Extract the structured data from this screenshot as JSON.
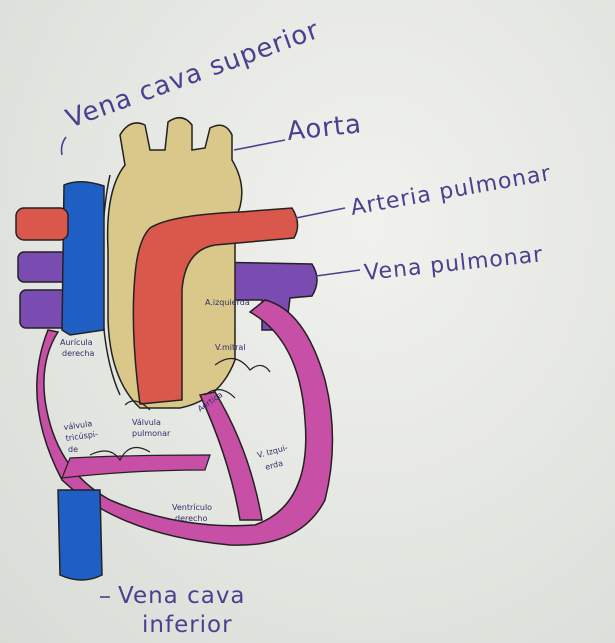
{
  "labels": {
    "vena_cava_superior": "Vena cava superior",
    "aorta": "Aorta",
    "arteria_pulmonar": "Arteria pulmonar",
    "vena_pulmonar": "Vena pulmonar",
    "vena_cava_inferior_line1": "Vena cava",
    "vena_cava_inferior_line2": "inferior",
    "auricula_izquierda": "A.izquierda",
    "auricula_derecha_line1": "Aurícula",
    "auricula_derecha_line2": "derecha",
    "valvula_mitral": "V.mitral",
    "valvula_aortica": "Aórtica",
    "valvula_tricuspide_line1": "válvula",
    "valvula_tricuspide_line2": "tricúspi-",
    "valvula_tricuspide_line3": "de",
    "valvula_pulmonar_line1": "Válvula",
    "valvula_pulmonar_line2": "pulmonar",
    "ventriculo_izquierdo_line1": "V. Izqui-",
    "ventriculo_izquierdo_line2": "erda",
    "ventriculo_derecho_line1": "Ventrículo",
    "ventriculo_derecho_line2": "derecho"
  },
  "colors": {
    "aorta": "#d9c88a",
    "arteria_pulmonar": "#d9584b",
    "vena_cava": "#1f5fc4",
    "vena_pulmonar": "#7a4bb0",
    "heart_wall": "#c84fa6",
    "ink": "#4b3f8f"
  }
}
